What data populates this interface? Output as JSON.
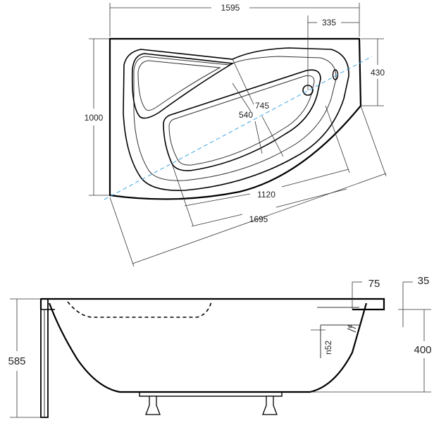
{
  "top_view": {
    "dimensions": {
      "overall_length": "1595",
      "corner_width": "335",
      "side_depth": "430",
      "overall_width": "1000",
      "inner_diagonal": "745",
      "inner_width": "540",
      "inner_length": "1120",
      "diagonal_length": "1695"
    }
  },
  "side_view": {
    "dimensions": {
      "rim_width": "75",
      "rim_thickness": "35",
      "overall_height": "585",
      "bath_depth": "400",
      "overflow_offset": "n52"
    }
  }
}
